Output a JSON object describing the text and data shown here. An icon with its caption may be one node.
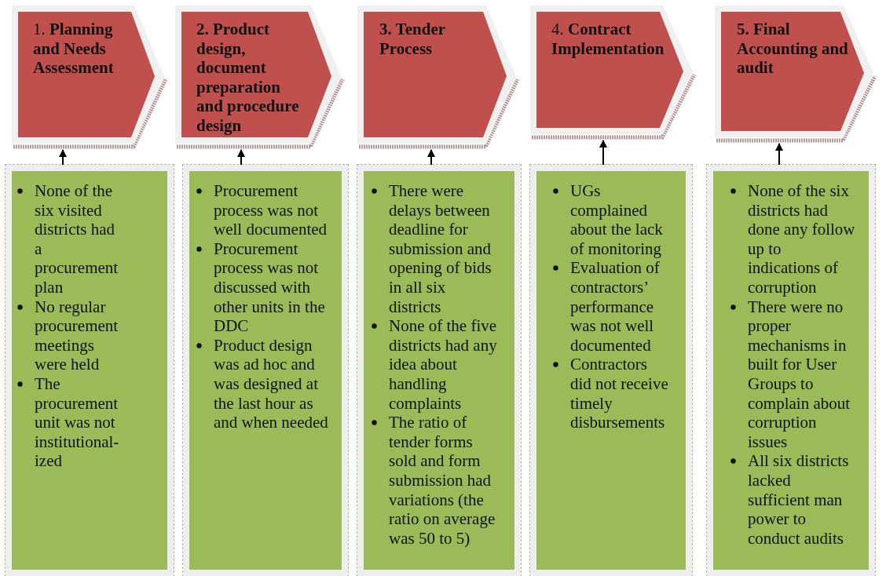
{
  "diagram": {
    "nodes": [
      {
        "text": [
          "1. **Planning and Needs Assessment**"
        ]
      },
      {
        "text": [
          "**2. Product design, document preparation and procedure design**"
        ]
      },
      {
        "text": [
          "**3. Tender Process**"
        ]
      },
      {
        "text": [
          "4. **Contract Implementation**"
        ]
      },
      {
        "text": [
          "**5. Final Accounting and audit**"
        ]
      },
      {
        "text": [
          "None of the six visited districts had a procurement plan",
          "No regular procurement meetings were held",
          "The procurement unit was not institutional-ized"
        ]
      },
      {
        "text": [
          "Procurement process was not well documented",
          "Procurement process was not discussed with other units in the DDC",
          "Product design was ad hoc and was designed at the last hour as and when needed"
        ]
      },
      {
        "text": [
          "There were delays between deadline for submission and opening of bids in all six districts",
          "None of the five districts had any idea about handling complaints",
          "The ratio of tender forms sold and form submission had variations (the ratio on average was 50 to 5)"
        ]
      },
      {
        "text": [
          "UGs complained about the lack of monitoring",
          "Evaluation of contractors’ performance was not well documented",
          "Contractors did  not receive timely disbursements"
        ]
      },
      {
        "text": [
          "None of the six districts had done any follow up to indications of corruption",
          "There were no proper mechanisms in built for User Groups to complain about corruption issues",
          "All six districts lacked sufficient man power to conduct audits"
        ]
      }
    ],
    "edges": [
      {
        "from": 5,
        "to": 0,
        "arrow": "to"
      },
      {
        "from": 6,
        "to": 1,
        "arrow": "to"
      },
      {
        "from": 7,
        "to": 2,
        "arrow": "to"
      },
      {
        "from": 8,
        "to": 3,
        "arrow": "to"
      },
      {
        "from": 9,
        "to": 4,
        "arrow": "to"
      }
    ]
  }
}
